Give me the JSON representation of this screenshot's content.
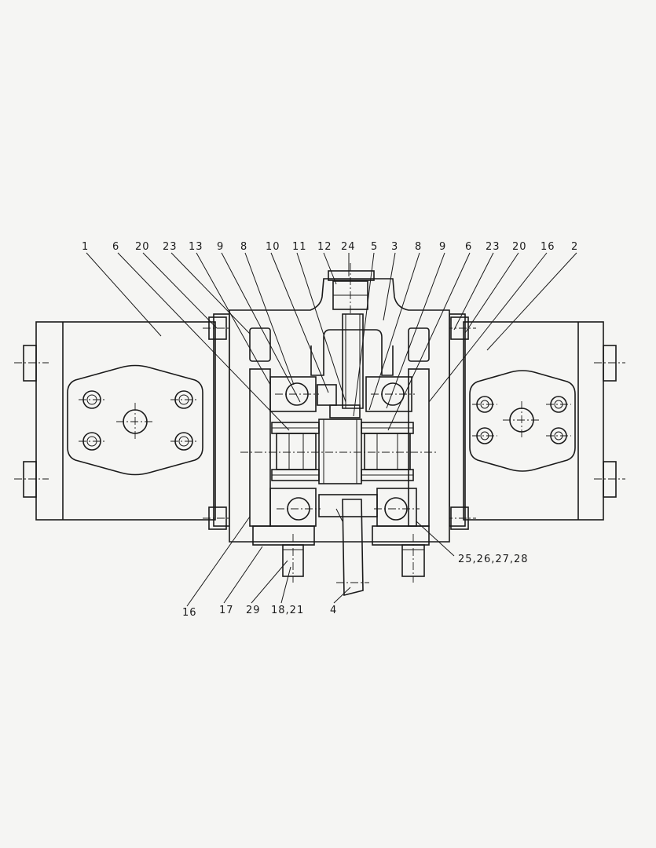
{
  "callouts_top": [
    "1",
    "6",
    "20",
    "23",
    "13",
    "9",
    "8",
    "10",
    "11",
    "12",
    "24",
    "5",
    "3",
    "8",
    "9",
    "6",
    "23",
    "20",
    "16",
    "2"
  ],
  "callouts_bottom": [
    "16",
    "17",
    "29",
    "18,21",
    "4",
    "25,26,27,28"
  ],
  "colors": {
    "background": "#f5f5f3",
    "line": "#1a1a1a"
  }
}
